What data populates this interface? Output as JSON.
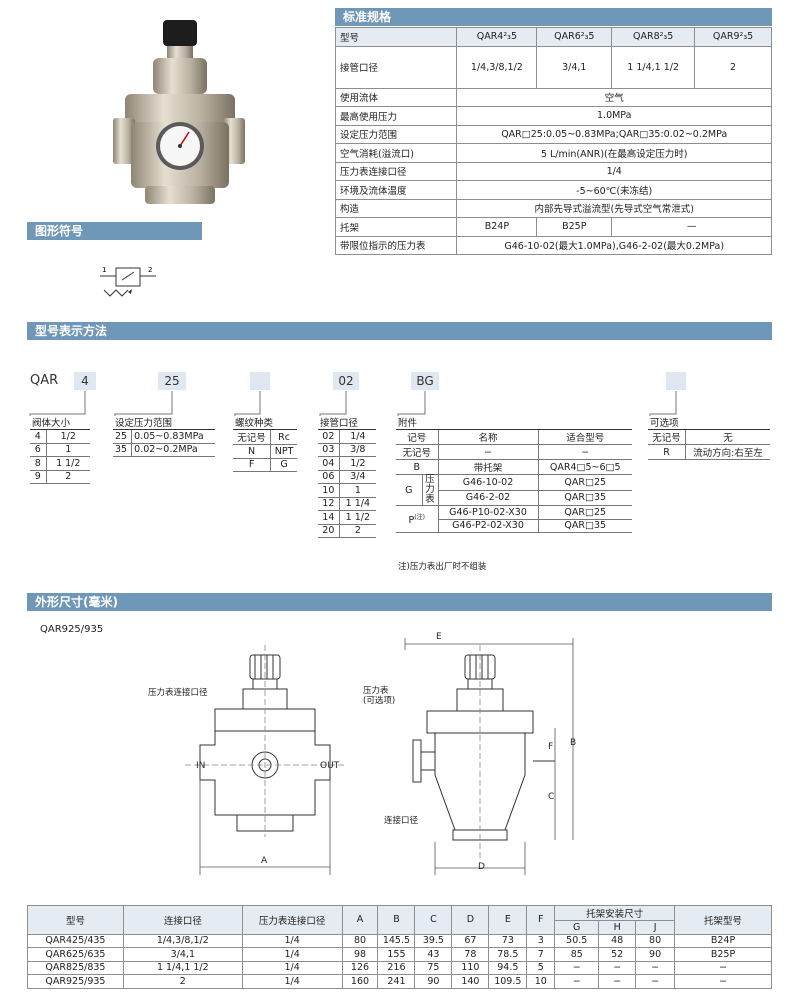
{
  "sections": {
    "spec": "标准规格",
    "symbol": "图形符号",
    "model_code": "型号表示方法",
    "dimensions": "外形尺寸(毫米)"
  },
  "spec": {
    "model_label": "型号",
    "models": [
      "QAR4²₃5",
      "QAR6²₃5",
      "QAR8²₃5",
      "QAR9²₃5"
    ],
    "port_label": "接管口径",
    "ports": [
      "1/4,3/8,1/2",
      "3/4,1",
      "1 1/4,1 1/2",
      "2"
    ],
    "rows": [
      {
        "label": "使用流体",
        "value": "空气"
      },
      {
        "label": "最高使用压力",
        "value": "1.0MPa"
      },
      {
        "label": "设定压力范围",
        "value": "QAR□25:0.05~0.83MPa;QAR□35:0.02~0.2MPa"
      },
      {
        "label": "空气消耗(溢流口)",
        "value": "5 L/min(ANR)(在最高设定压力时)"
      },
      {
        "label": "压力表连接口径",
        "value": "1/4"
      },
      {
        "label": "环境及流体温度",
        "value": "-5~60℃(未冻结)"
      },
      {
        "label": "构造",
        "value": "内部先导式溢流型(先导式空气常泄式)"
      }
    ],
    "bracket_label": "托架",
    "brackets": [
      "B24P",
      "B25P",
      "—"
    ],
    "gauge_label": "带限位指示的压力表",
    "gauge_value": "G46-10-02(最大1.0MPa),G46-2-02(最大0.2MPa)"
  },
  "symbol_ports": [
    "1",
    "2"
  ],
  "code": {
    "prefix": "QAR",
    "slots": [
      "4",
      "25",
      "",
      "02",
      "BG",
      ""
    ],
    "body_size": {
      "title": "阀体大小",
      "rows": [
        [
          "4",
          "1/2"
        ],
        [
          "6",
          "1"
        ],
        [
          "8",
          "1 1/2"
        ],
        [
          "9",
          "2"
        ]
      ]
    },
    "pressure_range": {
      "title": "设定压力范围",
      "rows": [
        [
          "25",
          "0.05~0.83MPa"
        ],
        [
          "35",
          "0.02~0.2MPa"
        ]
      ]
    },
    "thread": {
      "title": "螺纹种类",
      "rows": [
        [
          "无记号",
          "Rc"
        ],
        [
          "N",
          "NPT"
        ],
        [
          "F",
          "G"
        ]
      ]
    },
    "port_size": {
      "title": "接管口径",
      "rows": [
        [
          "02",
          "1/4"
        ],
        [
          "03",
          "3/8"
        ],
        [
          "04",
          "1/2"
        ],
        [
          "06",
          "3/4"
        ],
        [
          "10",
          "1"
        ],
        [
          "12",
          "1 1/4"
        ],
        [
          "14",
          "1 1/2"
        ],
        [
          "20",
          "2"
        ]
      ]
    },
    "accessory": {
      "title": "附件",
      "headers": [
        "记号",
        "名称",
        "适合型号"
      ],
      "none_row": [
        "无记号",
        "−",
        "−"
      ],
      "b_row": [
        "B",
        "带托架",
        "QAR4□5~6□5"
      ],
      "g_mark": "G",
      "g_group": "压力表",
      "g_rows": [
        [
          "G46-10-02",
          "QAR□25"
        ],
        [
          "G46-2-02",
          "QAR□35"
        ]
      ],
      "p_mark": "P",
      "p_note": "(注)",
      "p_rows": [
        [
          "G46-P10-02-X30",
          "QAR□25"
        ],
        [
          "G46-P2-02-X30",
          "QAR□35"
        ]
      ],
      "note": "注)压力表出厂时不组装"
    },
    "option": {
      "title": "可选项",
      "rows": [
        [
          "无记号",
          "无"
        ],
        [
          "R",
          "流动方向:右至左"
        ]
      ]
    }
  },
  "drawing": {
    "model": "QAR925/935",
    "gauge_port": "压力表连接口径",
    "in": "IN",
    "out": "OUT",
    "gauge_opt": [
      "压力表",
      "(可选项)"
    ],
    "connect_port": "连接口径",
    "letters": [
      "A",
      "B",
      "C",
      "D",
      "E",
      "F"
    ]
  },
  "dim": {
    "headers": [
      "型号",
      "连接口径",
      "压力表连接口径",
      "A",
      "B",
      "C",
      "D",
      "E",
      "F",
      "托架安装尺寸",
      "托架型号"
    ],
    "sub": [
      "G",
      "H",
      "J"
    ],
    "rows": [
      [
        "QAR425/435",
        "1/4,3/8,1/2",
        "1/4",
        "80",
        "145.5",
        "39.5",
        "67",
        "73",
        "3",
        "50.5",
        "48",
        "80",
        "B24P"
      ],
      [
        "QAR625/635",
        "3/4,1",
        "1/4",
        "98",
        "155",
        "43",
        "78",
        "78.5",
        "7",
        "85",
        "52",
        "90",
        "B25P"
      ],
      [
        "QAR825/835",
        "1 1/4,1 1/2",
        "1/4",
        "126",
        "216",
        "75",
        "110",
        "94.5",
        "5",
        "−",
        "−",
        "−",
        "−"
      ],
      [
        "QAR925/935",
        "2",
        "1/4",
        "160",
        "241",
        "90",
        "140",
        "109.5",
        "10",
        "−",
        "−",
        "−",
        "−"
      ]
    ]
  }
}
